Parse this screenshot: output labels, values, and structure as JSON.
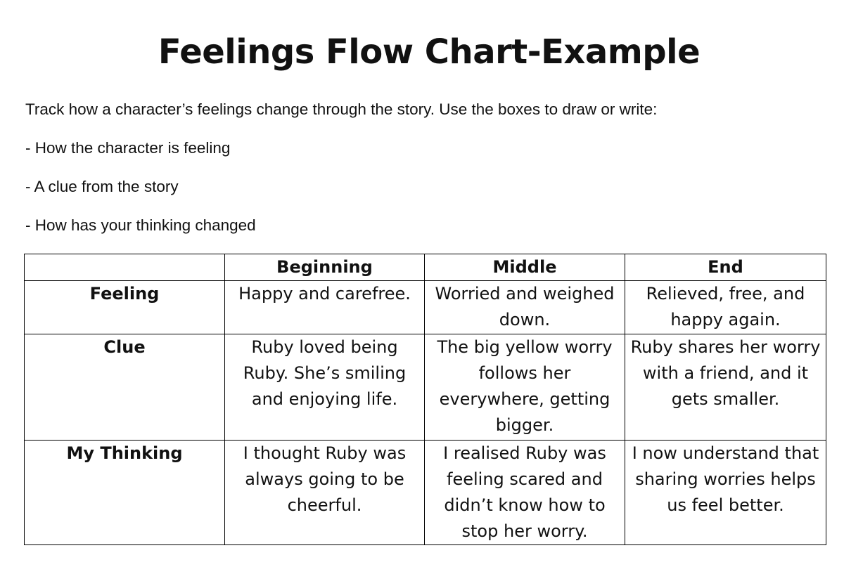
{
  "title": "Feelings Flow Chart-Example",
  "intro": {
    "lines": [
      "Track how a character’s feelings change through the story. Use the boxes to draw or write:",
      "- How the character is feeling",
      "- A clue from the story",
      "- How has your thinking changed"
    ]
  },
  "table": {
    "headers": [
      "",
      "Beginning",
      "Middle",
      "End"
    ],
    "rows": [
      {
        "label": "Feeling",
        "cells": [
          "Happy and carefree.",
          "Worried and weighed down.",
          "Relieved, free, and happy again."
        ]
      },
      {
        "label": "Clue",
        "cells": [
          "Ruby loved being Ruby. She’s smiling and enjoying life.",
          "The big yellow worry follows her everywhere, getting bigger.",
          "Ruby shares her worry with a friend, and it gets smaller."
        ]
      },
      {
        "label": "My Thinking",
        "cells": [
          "I thought Ruby was always going to be cheerful.",
          "I realised Ruby was feeling scared and didn’t know how to stop her worry.",
          "I now understand that sharing worries helps us feel better."
        ]
      }
    ]
  }
}
